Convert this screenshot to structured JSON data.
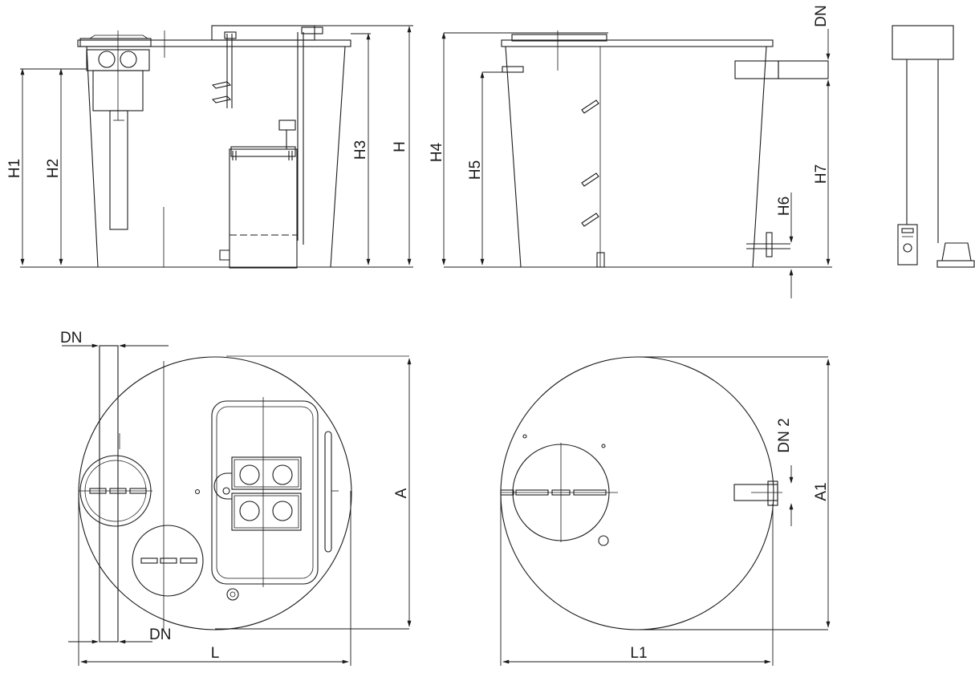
{
  "labels": {
    "front": {
      "h1": "H1",
      "h2": "H2",
      "h3": "H3",
      "h": "H"
    },
    "side": {
      "h4": "H4",
      "h5": "H5",
      "h6": "H6",
      "h7": "H7",
      "dn": "DN"
    },
    "top": {
      "dn_top": "DN",
      "dn_bottom": "DN",
      "a": "A",
      "l": "L"
    },
    "bottom_right": {
      "dn2": "DN 2",
      "a1": "A1",
      "l1": "L1"
    }
  },
  "colors": {
    "line": "#1a1a1a",
    "background": "#ffffff"
  }
}
